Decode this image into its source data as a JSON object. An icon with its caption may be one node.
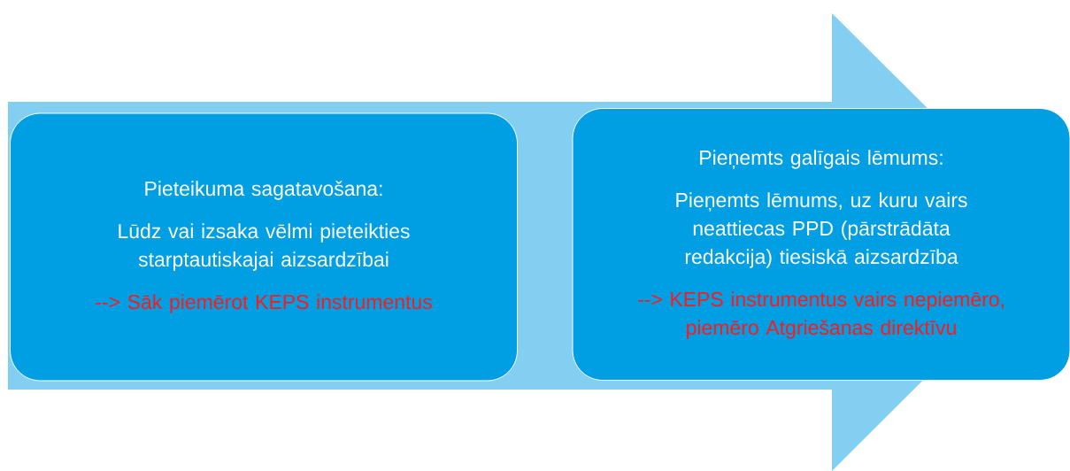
{
  "diagram": {
    "nodes": [
      {
        "text": [
          "Pieteikuma sagatavošana:",
          "Lūdz vai izsaka vēlmi pieteikties starptautiskajai aizsardzībai",
          "--> Sāk piemērot KEPS instrumentus"
        ]
      },
      {
        "text": [
          "Pieņemts galīgais lēmums:",
          "Pieņemts lēmums, uz kuru vairs neattiecas PPD (pārstrādāta redakcija) tiesiskā aizsardzība",
          "--> KEPS instrumentus vairs nepiemēro, piemēro Atgriešanas direktīvu"
        ]
      }
    ],
    "edges": [
      {
        "from": 0,
        "to": 1,
        "arrow": "to"
      }
    ]
  }
}
